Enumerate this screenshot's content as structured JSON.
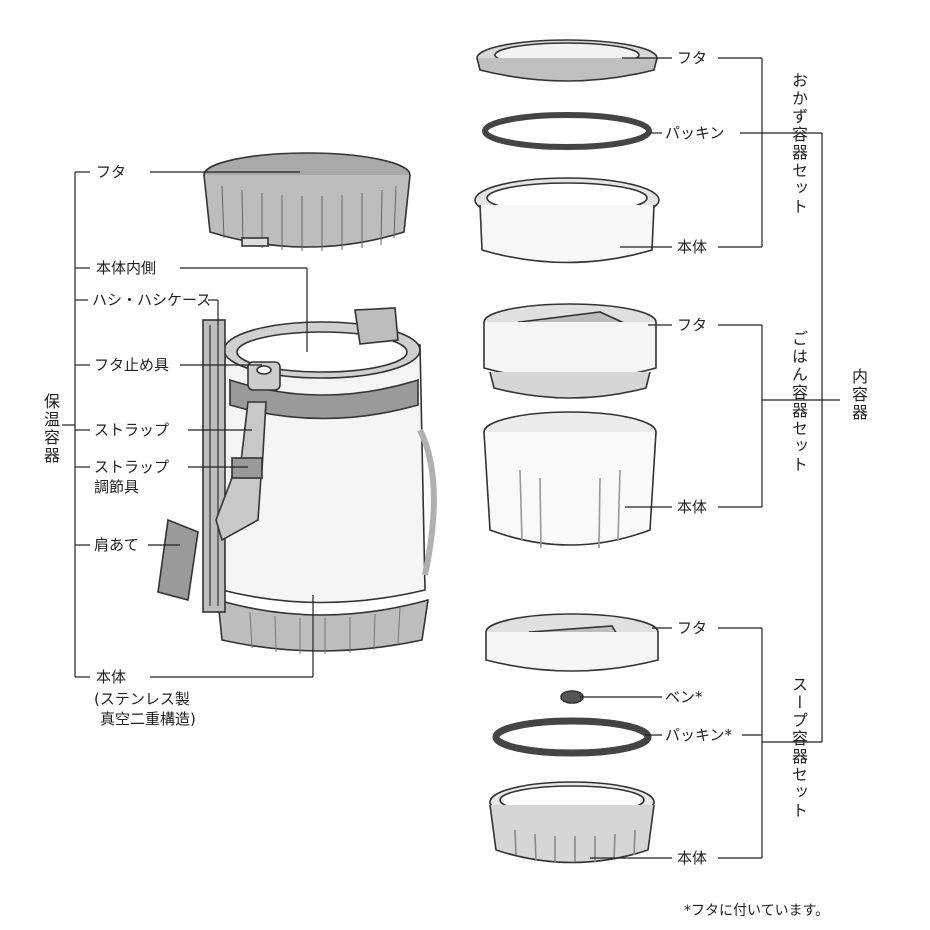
{
  "outer_container": {
    "group_label": "保温容器",
    "lid": "フタ",
    "inner_side": "本体内側",
    "chopsticks": "ハシ・ハシケース",
    "lid_latch": "フタ止め具",
    "strap": "ストラップ",
    "strap_adjuster_line1": "ストラップ",
    "strap_adjuster_line2": "調節具",
    "shoulder_pad": "肩あて",
    "body": "本体",
    "body_note_line1": "(ステンレス製",
    "body_note_line2": "真空二重構造)"
  },
  "inner_container_label": "内容器",
  "okazu_set": {
    "group_label": "おかず容器セット",
    "lid": "フタ",
    "gasket": "パッキン",
    "body": "本体"
  },
  "gohan_set": {
    "group_label": "ごはん容器セット",
    "lid": "フタ",
    "body": "本体"
  },
  "soup_set": {
    "group_label": "スープ容器セット",
    "lid": "フタ",
    "valve": "ベン*",
    "gasket": "パッキン*",
    "body": "本体"
  },
  "footnote": "*フタに付いています。"
}
